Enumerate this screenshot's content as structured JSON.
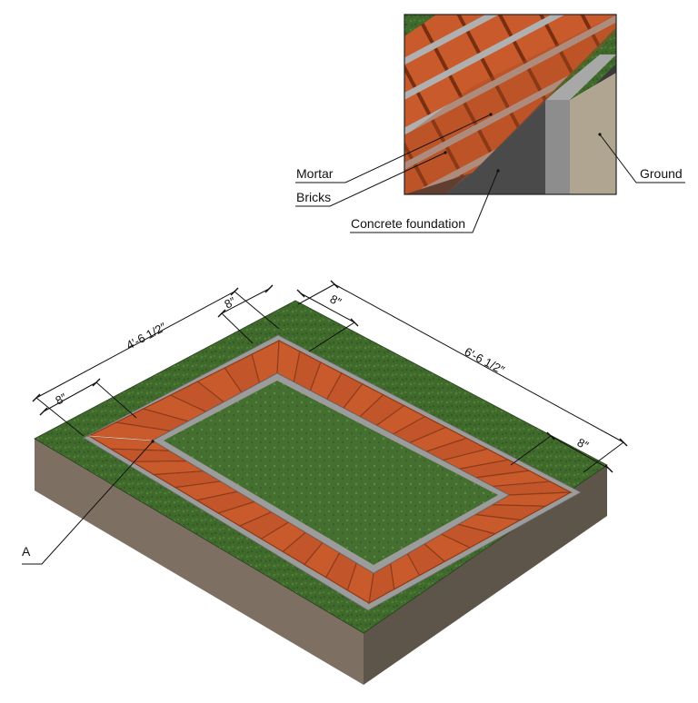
{
  "detail_callout": {
    "labels": {
      "mortar": "Mortar",
      "bricks": "Bricks",
      "concrete_foundation": "Concrete foundation",
      "ground": "Ground"
    }
  },
  "main_view": {
    "dimensions": {
      "left_total": "4′-6 1/2″",
      "right_total": "6′-6 1/2″",
      "left_width": "8″",
      "top_left_width": "8″",
      "top_right_width": "8″",
      "right_width": "8″"
    },
    "callout_label": "A"
  },
  "colors": {
    "brick": "#c85a2c",
    "brick_shade": "#8e3a18",
    "mortar_concrete": "#9c9c9c",
    "grass": "#3f6a2c",
    "soil_front": "#7d7063",
    "soil_side": "#5e554a",
    "ground_detail": "#b0a590"
  }
}
